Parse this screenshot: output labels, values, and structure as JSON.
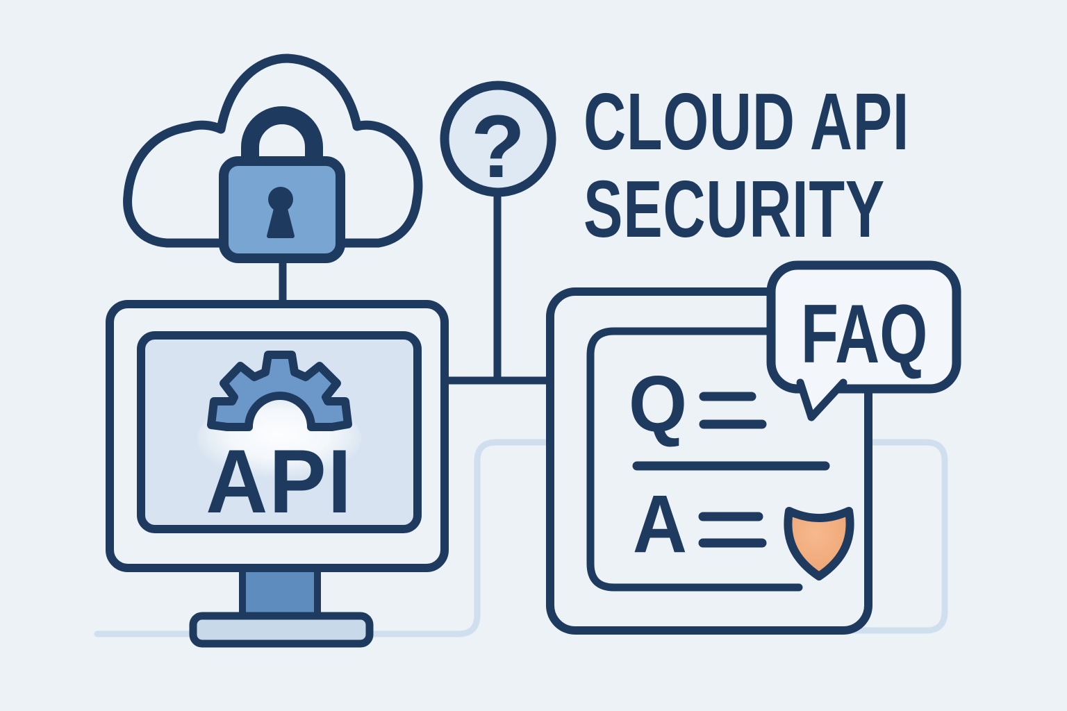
{
  "title": {
    "line1": "CLOUD API",
    "line2": "SECURITY"
  },
  "question_badge": {
    "glyph": "?"
  },
  "monitor": {
    "screen_label": "API"
  },
  "faq_card": {
    "bubble_label": "FAQ",
    "question_label": "Q",
    "answer_label": "A"
  },
  "icons": [
    "cloud-icon",
    "padlock-icon",
    "question-mark-badge",
    "gear-icon",
    "monitor-icon",
    "faq-document-icon",
    "speech-bubble-icon",
    "shield-icon"
  ],
  "colors": {
    "navy": "#1f3a5f",
    "bg": "#edf2f7",
    "screen": "#d7e3f0",
    "lock": "#79a5d2",
    "gear": "#6b98c8",
    "neck": "#5e8cbe",
    "base": "#c8daea",
    "chip": "#dfe9f3",
    "bubble": "#f3f7fb",
    "shield_fill": "#f6b98e",
    "shield_edge": "#eda26f",
    "faint": "#cfdfee",
    "white": "#fdfeff"
  }
}
